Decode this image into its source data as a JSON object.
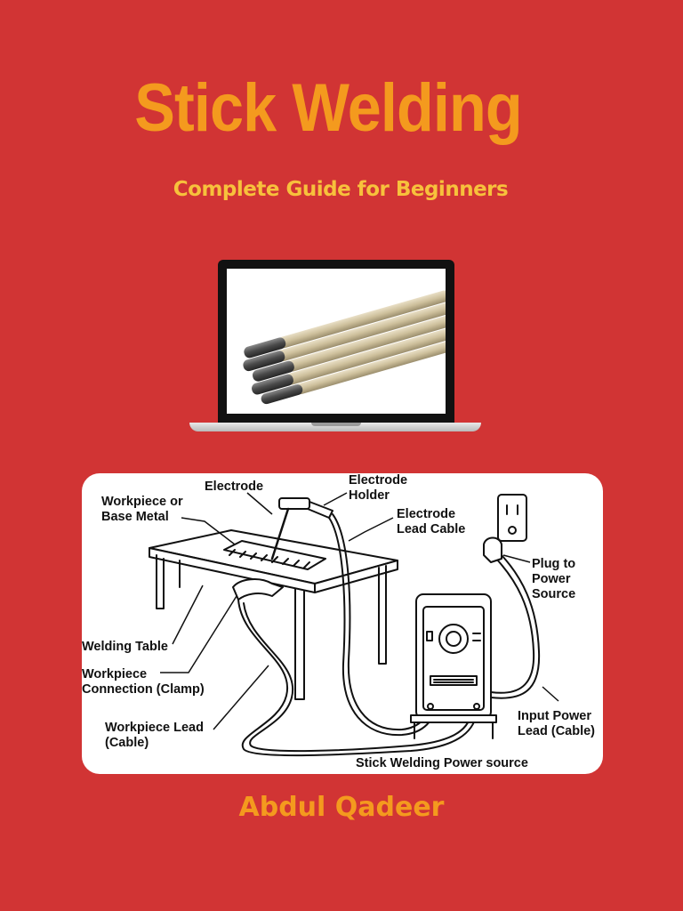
{
  "cover": {
    "title": "Stick Welding",
    "subtitle": "Complete Guide for Beginners",
    "author": "Abdul Qadeer"
  },
  "colors": {
    "background": "#d13434",
    "title": "#f49a1e",
    "subtitle": "#f7c13c",
    "author": "#f49a1e"
  },
  "diagram": {
    "labels": {
      "electrode": "Electrode",
      "electrode_holder": "Electrode\nHolder",
      "workpiece_base": "Workpiece or\nBase Metal",
      "electrode_lead": "Electrode\nLead Cable",
      "plug": "Plug to\nPower\nSource",
      "welding_table": "Welding Table",
      "workpiece_connection": "Workpiece\nConnection (Clamp)",
      "workpiece_lead": "Workpiece Lead\n(Cable)",
      "input_power": "Input Power\nLead (Cable)",
      "caption": "Stick Welding Power source"
    }
  }
}
